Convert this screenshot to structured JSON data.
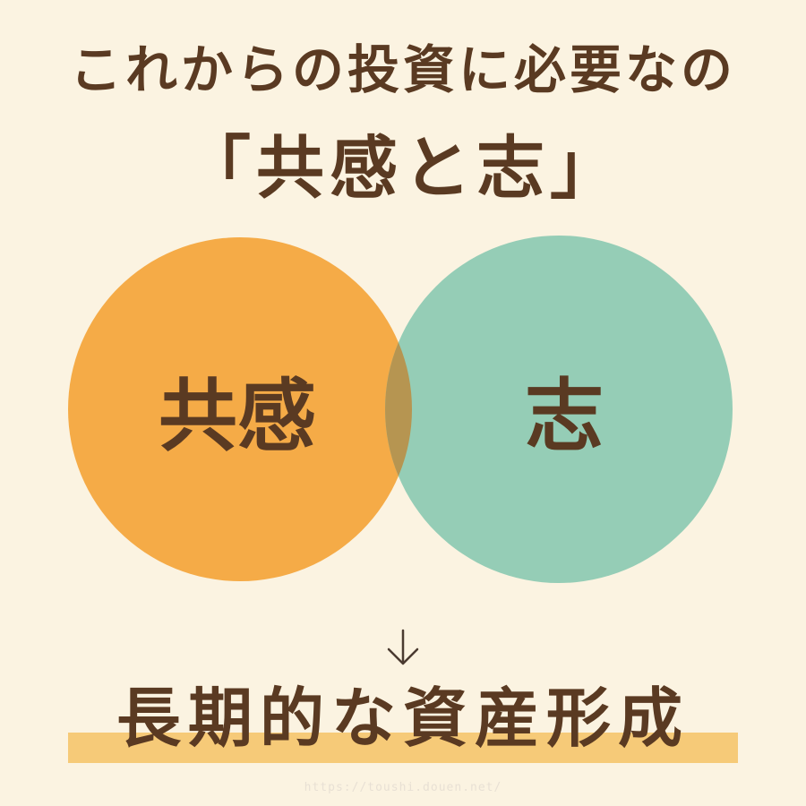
{
  "heading": {
    "line1": "これからの投資に必要なの",
    "line2": "「共感と志」"
  },
  "venn": {
    "left_label": "共感",
    "right_label": "志",
    "left_color": "#f5ab47",
    "right_color": "#95cdb6",
    "overlap_color": "#b69551"
  },
  "arrow_icon": "down-arrow-icon",
  "result": {
    "text": "長期的な資産形成",
    "highlight_color": "#f6ca78"
  },
  "source_url": "https://toushi.douen.net/"
}
